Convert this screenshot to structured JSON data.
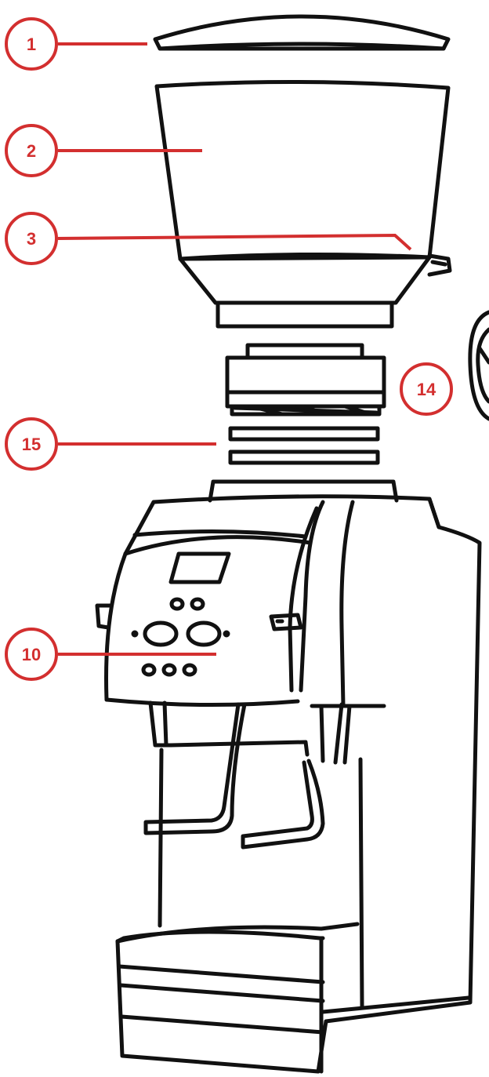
{
  "colors": {
    "accent": "#d32f2f",
    "line": "#111111",
    "background": "#ffffff"
  },
  "callouts": [
    {
      "id": "c1",
      "label": "1"
    },
    {
      "id": "c2",
      "label": "2"
    },
    {
      "id": "c3",
      "label": "3"
    },
    {
      "id": "c14",
      "label": "14"
    },
    {
      "id": "c15",
      "label": "15"
    },
    {
      "id": "c10",
      "label": "10"
    }
  ]
}
